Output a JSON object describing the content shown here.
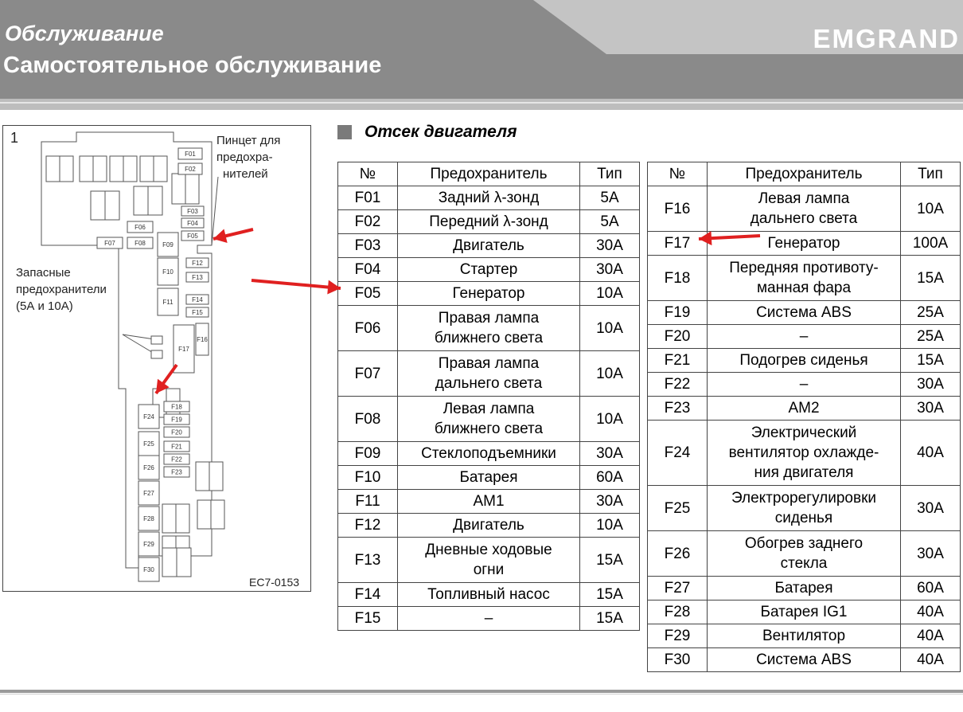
{
  "header": {
    "section": "Обслуживание",
    "title": "Самостоятельное обслуживание",
    "brand": "EMGRAND"
  },
  "diagram": {
    "number": "1",
    "tweezers_label": [
      "Пинцет для",
      "предохра-",
      "нителей"
    ],
    "spare_label": [
      "Запасные",
      "предохранители",
      "(5А и 10А)"
    ],
    "code": "EC7-0153",
    "fuse_labels": [
      "F01",
      "F02",
      "F03",
      "F04",
      "F05",
      "F06",
      "F07",
      "F08",
      "F09",
      "F10",
      "F11",
      "F12",
      "F13",
      "F14",
      "F15",
      "F16",
      "F17",
      "F18",
      "F19",
      "F20",
      "F21",
      "F22",
      "F23",
      "F24",
      "F25",
      "F26",
      "F27",
      "F28",
      "F29",
      "F30"
    ]
  },
  "engine_section_title": "Отсек двигателя",
  "table_headers": [
    "№",
    "Предохранитель",
    "Тип"
  ],
  "table_left": [
    {
      "no": "F01",
      "name": [
        "Задний λ-зонд"
      ],
      "type": "5А"
    },
    {
      "no": "F02",
      "name": [
        "Передний λ-зонд"
      ],
      "type": "5А"
    },
    {
      "no": "F03",
      "name": [
        "Двигатель"
      ],
      "type": "30А"
    },
    {
      "no": "F04",
      "name": [
        "Стартер"
      ],
      "type": "30А"
    },
    {
      "no": "F05",
      "name": [
        "Генератор"
      ],
      "type": "10А"
    },
    {
      "no": "F06",
      "name": [
        "Правая лампа",
        "ближнего света"
      ],
      "type": "10А"
    },
    {
      "no": "F07",
      "name": [
        "Правая лампа",
        "дальнего света"
      ],
      "type": "10А"
    },
    {
      "no": "F08",
      "name": [
        "Левая лампа",
        "ближнего света"
      ],
      "type": "10А"
    },
    {
      "no": "F09",
      "name": [
        "Стеклоподъемники"
      ],
      "type": "30А"
    },
    {
      "no": "F10",
      "name": [
        "Батарея"
      ],
      "type": "60А"
    },
    {
      "no": "F11",
      "name": [
        "AM1"
      ],
      "type": "30А"
    },
    {
      "no": "F12",
      "name": [
        "Двигатель"
      ],
      "type": "10А"
    },
    {
      "no": "F13",
      "name": [
        "Дневные ходовые",
        "огни"
      ],
      "type": "15А"
    },
    {
      "no": "F14",
      "name": [
        "Топливный насос"
      ],
      "type": "15А"
    },
    {
      "no": "F15",
      "name": [
        "–"
      ],
      "type": "15А"
    }
  ],
  "table_right": [
    {
      "no": "F16",
      "name": [
        "Левая лампа",
        "дальнего света"
      ],
      "type": "10А"
    },
    {
      "no": "F17",
      "name": [
        "Генератор"
      ],
      "type": "100А"
    },
    {
      "no": "F18",
      "name": [
        "Передняя противоту-",
        "манная фара"
      ],
      "type": "15А"
    },
    {
      "no": "F19",
      "name": [
        "Система ABS"
      ],
      "type": "25А"
    },
    {
      "no": "F20",
      "name": [
        "–"
      ],
      "type": "25А"
    },
    {
      "no": "F21",
      "name": [
        "Подогрев сиденья"
      ],
      "type": "15А"
    },
    {
      "no": "F22",
      "name": [
        "–"
      ],
      "type": "30А"
    },
    {
      "no": "F23",
      "name": [
        "AM2"
      ],
      "type": "30А"
    },
    {
      "no": "F24",
      "name": [
        "Электрический",
        "вентилятор охлажде-",
        "ния двигателя"
      ],
      "type": "40А"
    },
    {
      "no": "F25",
      "name": [
        "Электрорегулировки",
        "сиденья"
      ],
      "type": "30А"
    },
    {
      "no": "F26",
      "name": [
        "Обогрев заднего",
        "стекла"
      ],
      "type": "30А"
    },
    {
      "no": "F27",
      "name": [
        "Батарея"
      ],
      "type": "60А"
    },
    {
      "no": "F28",
      "name": [
        "Батарея IG1"
      ],
      "type": "40А"
    },
    {
      "no": "F29",
      "name": [
        "Вентилятор"
      ],
      "type": "40А"
    },
    {
      "no": "F30",
      "name": [
        "Система ABS"
      ],
      "type": "40А"
    }
  ],
  "colors": {
    "arrow": "#e02020",
    "header_dark": "#8a8a8a",
    "header_light": "#c4c4c4"
  }
}
